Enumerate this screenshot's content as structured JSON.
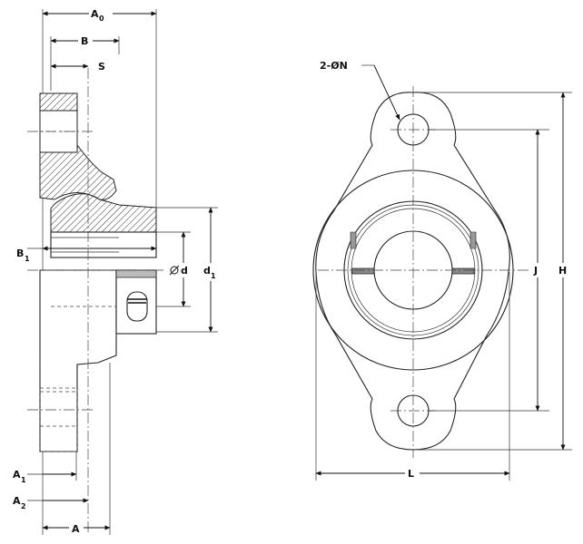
{
  "figure": {
    "side_view": {
      "labels": {
        "a0": "A",
        "a0_sub": "0",
        "b": "B",
        "s": "S",
        "b1": "B",
        "b1_sub": "1",
        "d": "d",
        "d1": "d",
        "d1_sub": "1",
        "a1": "A",
        "a1_sub": "1",
        "a2": "A",
        "a2_sub": "2",
        "a": "A"
      }
    },
    "front_view": {
      "labels": {
        "bolt": "2-ØN",
        "j": "J",
        "h": "H",
        "l": "L"
      }
    }
  }
}
